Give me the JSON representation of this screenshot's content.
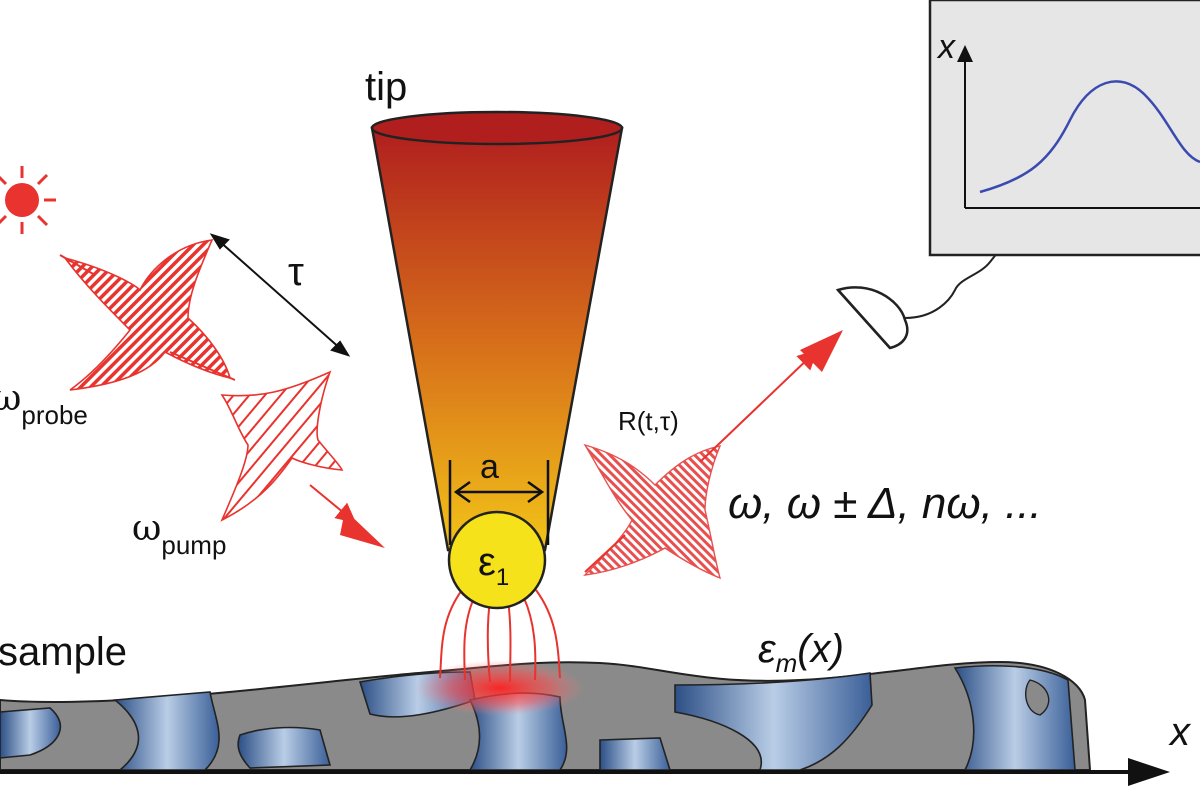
{
  "labels": {
    "tip": "tip",
    "tau": "τ",
    "omega_probe_symbol": "ω",
    "omega_probe_sub": "probe",
    "omega_pump_symbol": "ω",
    "omega_pump_sub": "pump",
    "size_a": "a",
    "epsilon_symbol": "ε",
    "epsilon_sub": "1",
    "reflection": "R(t,τ)",
    "frequencies": "ω, ω ± Δ, nω, ...",
    "sample": "sample",
    "eps_m_symbol": "ε",
    "eps_m_sub": "m",
    "eps_m_arg": "(x)",
    "x_axis": "x",
    "monitor_axis": "x"
  },
  "colors": {
    "tip_top": "#b01e1e",
    "tip_mid": "#d9751a",
    "tip_bottom": "#f2c418",
    "sphere": "#f5e21a",
    "pulse_red": "#e8332e",
    "sample_gray": "#8a8a8a",
    "domain_blue": "#5b7fb0",
    "monitor_bg": "#e6e6e6",
    "curve": "#3b4ab0"
  },
  "icons": [
    "sun-icon",
    "detector-icon"
  ]
}
